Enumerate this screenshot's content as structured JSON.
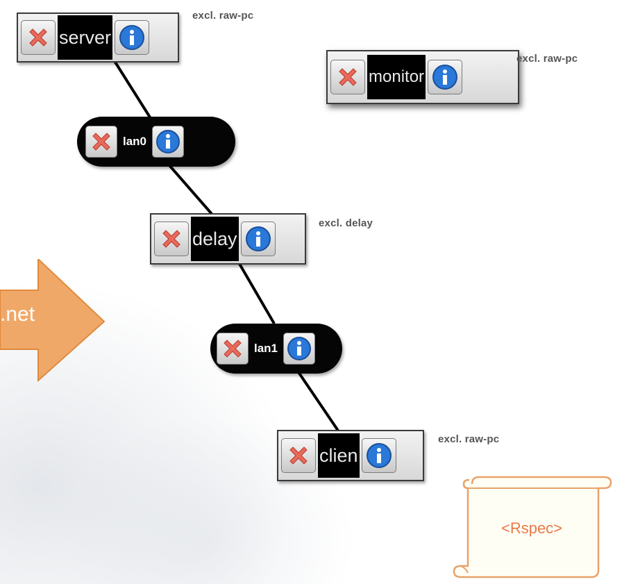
{
  "nodes": [
    {
      "id": "server",
      "label": "server",
      "note": "excl. raw-pc"
    },
    {
      "id": "monitor",
      "label": "monitor",
      "note": "excl. raw-pc"
    },
    {
      "id": "lan0",
      "label": "lan0"
    },
    {
      "id": "delay",
      "label": "delay",
      "note": "excl. delay"
    },
    {
      "id": "lan1",
      "label": "lan1"
    },
    {
      "id": "client",
      "label": "clien",
      "note": "excl. raw-pc"
    }
  ],
  "links": [
    [
      "server",
      "lan0"
    ],
    [
      "lan0",
      "delay"
    ],
    [
      "delay",
      "lan1"
    ],
    [
      "lan1",
      "client"
    ]
  ],
  "arrow": {
    "text": ".net",
    "color": "#f0a868"
  },
  "scroll": {
    "text": "<Rspec>",
    "color": "#e8794a"
  },
  "icons": {
    "delete": "delete-x-icon",
    "info": "info-icon"
  }
}
